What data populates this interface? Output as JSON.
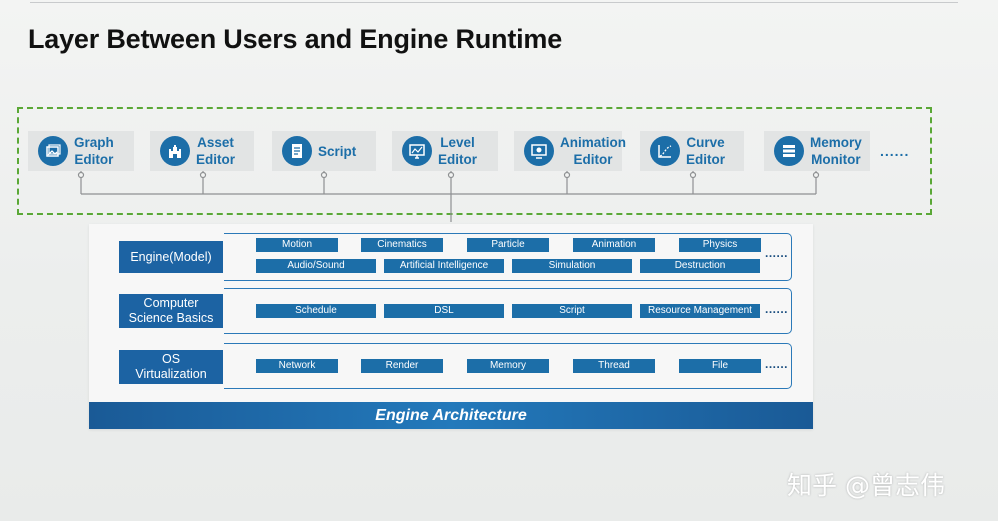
{
  "title": "Layer Between Users and Engine Runtime",
  "tools": [
    {
      "line1": "Graph",
      "line2": "Editor",
      "icon": "image-icon"
    },
    {
      "line1": "Asset",
      "line2": "Editor",
      "icon": "castle-icon"
    },
    {
      "line1": "Script",
      "line2": "",
      "icon": "document-icon"
    },
    {
      "line1": "Level",
      "line2": "Editor",
      "icon": "monitor-icon"
    },
    {
      "line1": "Animation",
      "line2": "Editor",
      "icon": "animation-icon"
    },
    {
      "line1": "Curve",
      "line2": "Editor",
      "icon": "curve-icon"
    },
    {
      "line1": "Memory",
      "line2": "Monitor",
      "icon": "server-icon"
    }
  ],
  "tools_more": "......",
  "layers": [
    {
      "label_line1": "Engine(Model)",
      "label_line2": "",
      "row1": [
        "Motion",
        "Cinematics",
        "Particle",
        "Animation",
        "Physics"
      ],
      "row2": [
        "Audio/Sound",
        "Artificial Intelligence",
        "Simulation",
        "Destruction"
      ],
      "more": "......"
    },
    {
      "label_line1": "Computer",
      "label_line2": "Science Basics",
      "row1": [
        "Schedule",
        "DSL",
        "Script",
        "Resource Management"
      ],
      "more": "......"
    },
    {
      "label_line1": "OS",
      "label_line2": "Virtualization",
      "row1": [
        "Network",
        "Render",
        "Memory",
        "Thread",
        "File"
      ],
      "more": "......"
    }
  ],
  "footer": "Engine Architecture",
  "watermark": "知乎 @曾志伟",
  "colors": {
    "accent": "#1c6ea8",
    "dashed_border": "#5aa836",
    "footer": "#2379bb"
  }
}
